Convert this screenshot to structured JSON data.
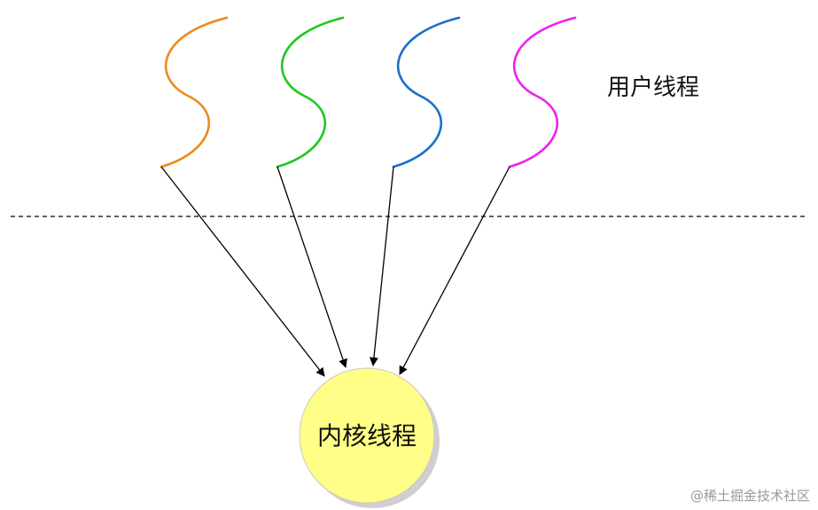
{
  "labels": {
    "user_threads": "用户线程",
    "kernel_thread": "内核线程",
    "watermark": "@稀土掘金技术社区"
  },
  "colors": {
    "background": "#ffffff",
    "divider": "#000000",
    "arrow": "#000000",
    "kernel_fill": "#ffff88",
    "kernel_stroke": "#c8c8c8",
    "shadow": "#cfcfcf",
    "text": "#111111",
    "watermark": "#9a9a9a"
  },
  "user_threads": [
    {
      "id": "thread-1",
      "color": "#ef8a1c"
    },
    {
      "id": "thread-2",
      "color": "#1ec81e"
    },
    {
      "id": "thread-3",
      "color": "#1a6fc9"
    },
    {
      "id": "thread-4",
      "color": "#ee22ee"
    }
  ],
  "mapping": "many-to-one"
}
